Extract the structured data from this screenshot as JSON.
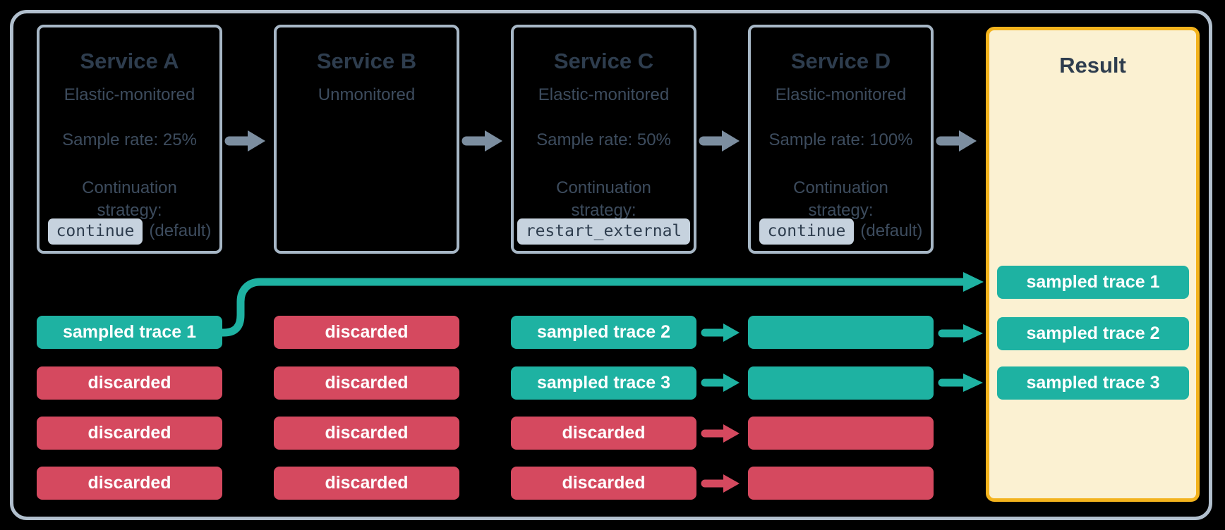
{
  "services": [
    {
      "title": "Service A",
      "subtitle": "Elastic-monitored",
      "sample_rate": "Sample rate: 25%",
      "continuation_label": "Continuation strategy:",
      "code": "continue",
      "code_suffix": "(default)"
    },
    {
      "title": "Service B",
      "subtitle": "Unmonitored"
    },
    {
      "title": "Service C",
      "subtitle": "Elastic-monitored",
      "sample_rate": "Sample rate: 50%",
      "continuation_label": "Continuation strategy:",
      "code": "restart_external"
    },
    {
      "title": "Service D",
      "subtitle": "Elastic-monitored",
      "sample_rate": "Sample rate: 100%",
      "continuation_label": "Continuation strategy:",
      "code": "continue",
      "code_suffix": "(default)"
    }
  ],
  "result": {
    "title": "Result"
  },
  "trace_rows": {
    "service_a": [
      {
        "label": "sampled trace 1",
        "kind": "sampled"
      },
      {
        "label": "discarded",
        "kind": "discarded"
      },
      {
        "label": "discarded",
        "kind": "discarded"
      },
      {
        "label": "discarded",
        "kind": "discarded"
      }
    ],
    "service_b": [
      {
        "label": "discarded",
        "kind": "discarded"
      },
      {
        "label": "discarded",
        "kind": "discarded"
      },
      {
        "label": "discarded",
        "kind": "discarded"
      },
      {
        "label": "discarded",
        "kind": "discarded"
      }
    ],
    "service_c": [
      {
        "label": "sampled trace 2",
        "kind": "sampled"
      },
      {
        "label": "sampled trace 3",
        "kind": "sampled"
      },
      {
        "label": "discarded",
        "kind": "discarded"
      },
      {
        "label": "discarded",
        "kind": "discarded"
      }
    ],
    "service_d": [
      {
        "label": "",
        "kind": "sampled"
      },
      {
        "label": "",
        "kind": "sampled"
      },
      {
        "label": "",
        "kind": "discarded"
      },
      {
        "label": "",
        "kind": "discarded"
      }
    ],
    "result": [
      {
        "label": "sampled trace 1",
        "kind": "sampled"
      },
      {
        "label": "sampled trace 2",
        "kind": "sampled"
      },
      {
        "label": "sampled trace 3",
        "kind": "sampled"
      }
    ]
  },
  "colors": {
    "background": "#000000",
    "outer_border": "#b1bfcd",
    "box_border": "#a7b7c6",
    "text_primary": "#2e3d4e",
    "text_secondary": "#3d4c5e",
    "code_chip_bg": "#c6d2de",
    "sampled_teal": "#1eb2a2",
    "discarded_red": "#d5495f",
    "result_fill": "#fbf1d2",
    "result_border": "#f3b31d",
    "arrow_gray": "#7c8ea0",
    "chip_text": "#ffffff"
  }
}
